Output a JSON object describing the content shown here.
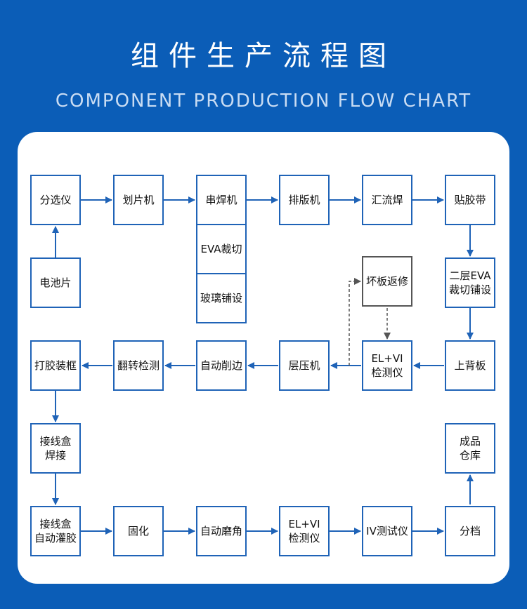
{
  "header": {
    "title": "组件生产流程图",
    "subtitle": "COMPONENT PRODUCTION FLOW CHART"
  },
  "colors": {
    "background": "#0b5db7",
    "panel": "#ffffff",
    "node_border": "#1f63b7",
    "arrow": "#1f63b7",
    "dashed_arrow": "#555555"
  },
  "nodes": {
    "sorter": [
      "分选仪"
    ],
    "cutter": [
      "划片机"
    ],
    "stringer": [
      "串焊机"
    ],
    "eva_cut": [
      "EVA裁切"
    ],
    "glass_lay": [
      "玻璃铺设"
    ],
    "layup": [
      "排版机"
    ],
    "busbar_weld": [
      "汇流焊"
    ],
    "tape": [
      "贴胶带"
    ],
    "cells": [
      "电池片"
    ],
    "repair": [
      "坏板返修"
    ],
    "eva2": [
      "二层EVA",
      "裁切铺设"
    ],
    "frame": [
      "打胶装框"
    ],
    "flip": [
      "翻转检测"
    ],
    "trim": [
      "自动削边"
    ],
    "laminator": [
      "层压机"
    ],
    "el_vi_1": [
      "EL+VI",
      "检测仪"
    ],
    "backsheet": [
      "上背板"
    ],
    "jbox_weld": [
      "接线盒",
      "焊接"
    ],
    "warehouse": [
      "成品",
      "仓库"
    ],
    "jbox_pot": [
      "接线盒",
      "自动灌胶"
    ],
    "cure": [
      "固化"
    ],
    "corner": [
      "自动磨角"
    ],
    "el_vi_2": [
      "EL+VI",
      "检测仪"
    ],
    "iv_test": [
      "IV测试仪"
    ],
    "grading": [
      "分档"
    ]
  }
}
